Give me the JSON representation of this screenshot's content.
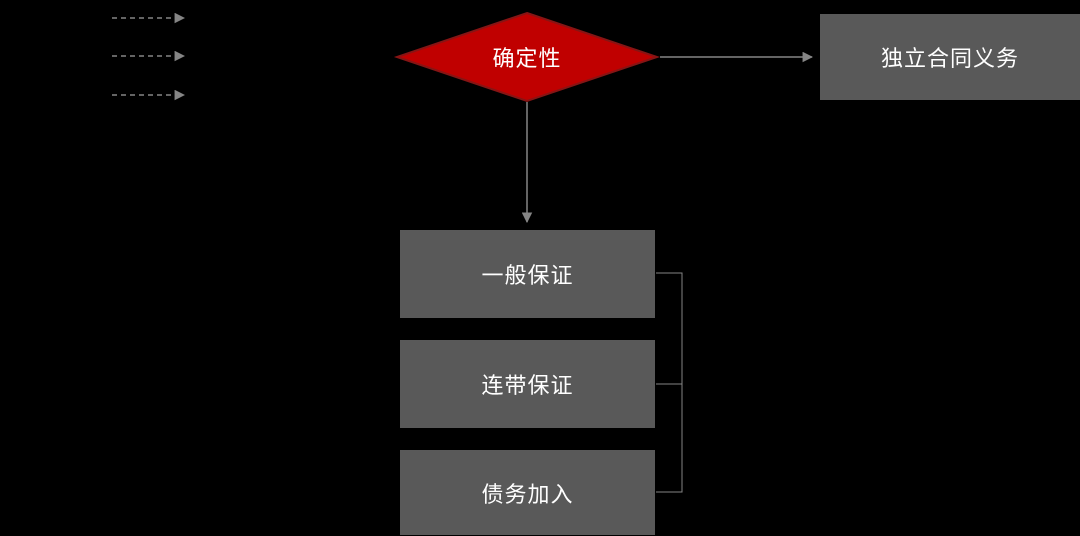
{
  "diagram": {
    "decision": {
      "label": "确定性"
    },
    "independent_node": {
      "label": "独立合同义务"
    },
    "branch_boxes": [
      {
        "label": "一般保证"
      },
      {
        "label": "连带保证"
      },
      {
        "label": "债务加入"
      }
    ],
    "colors": {
      "background": "#000000",
      "box_bg": "#595959",
      "diamond_fill": "#c00000",
      "diamond_stroke": "#871414",
      "arrow": "#858585",
      "text": "#ffffff"
    }
  }
}
